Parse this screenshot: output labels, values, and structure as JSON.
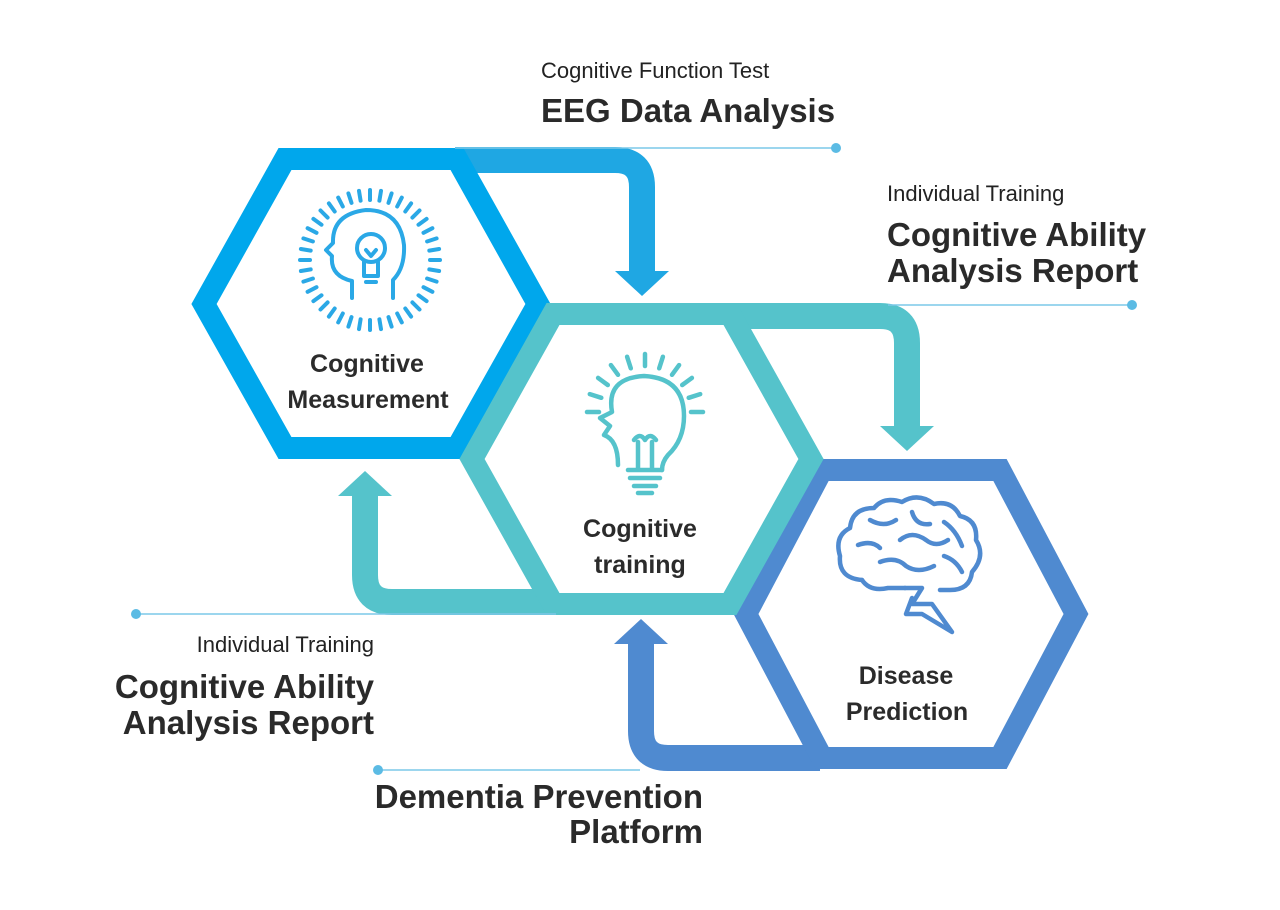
{
  "colors": {
    "measurement": "#00a7ec",
    "training": "#55c3cb",
    "prediction": "#4f8ad0",
    "leader_line": "#7cc8e8",
    "leader_dot": "#5bbbe4",
    "text": "#2b2b2b"
  },
  "nodes": {
    "measurement": {
      "line1": "Cognitive",
      "line2": "Measurement",
      "icon": "head-lightbulb-burst-icon"
    },
    "training": {
      "line1": "Cognitive",
      "line2": "training",
      "icon": "head-lightbulb-icon"
    },
    "prediction": {
      "line1": "Disease",
      "line2": "Prediction",
      "icon": "brain-lightning-icon"
    }
  },
  "callouts": {
    "top": {
      "small": "Cognitive Function Test",
      "big_line1": "EEG Data Analysis"
    },
    "right": {
      "small": "Individual Training",
      "big_line1": "Cognitive Ability",
      "big_line2": "Analysis Report"
    },
    "left": {
      "small": "Individual Training",
      "big_line1": "Cognitive Ability",
      "big_line2": "Analysis Report"
    },
    "bottom": {
      "big_line1": "Dementia Prevention",
      "big_line2": "Platform"
    }
  }
}
